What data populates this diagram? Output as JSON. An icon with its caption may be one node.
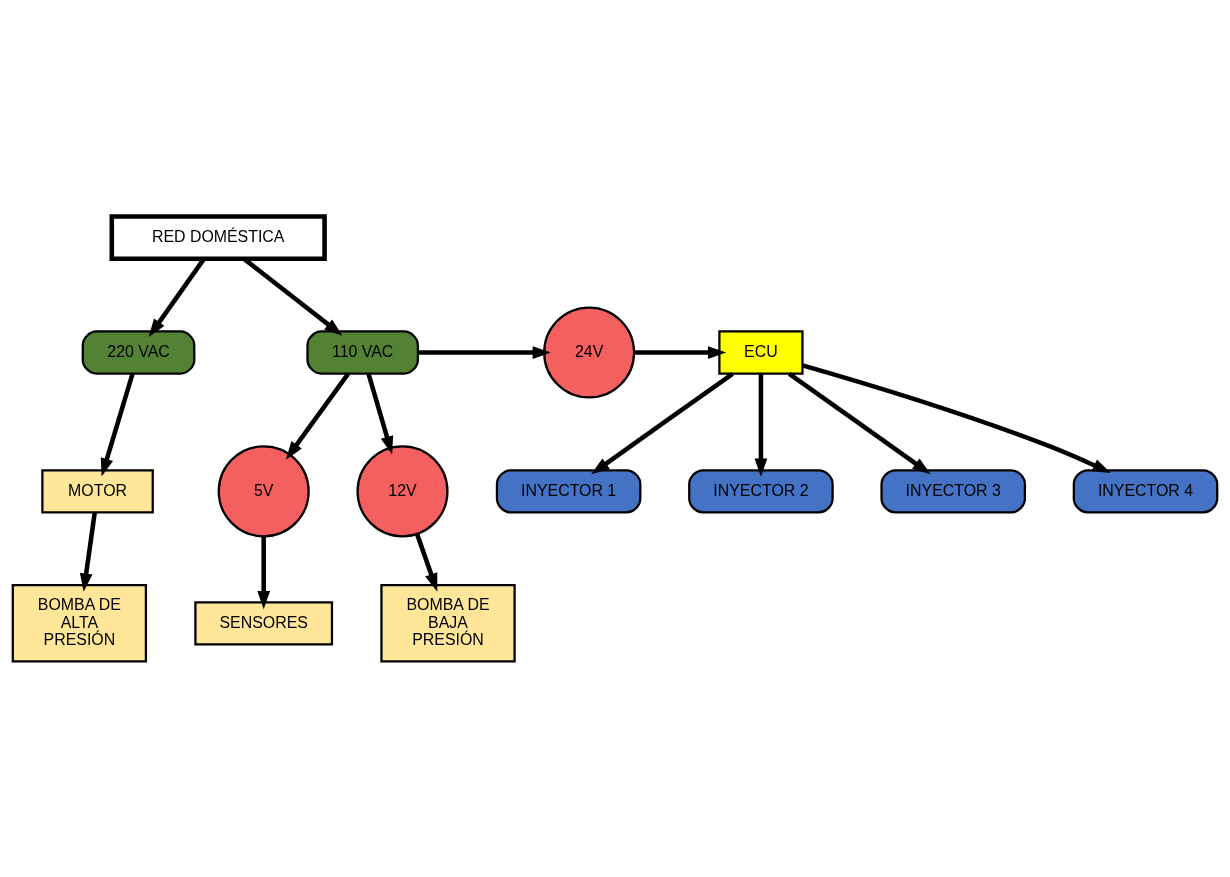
{
  "diagram": {
    "nodes": [
      {
        "text": [
          "SENSORES"
        ]
      },
      {
        "text": [
          "5V"
        ]
      },
      {
        "text": [
          "RED DOMÉSTICA"
        ]
      },
      {
        "text": [
          "220 VAC"
        ]
      },
      {
        "text": [
          "110 VAC"
        ]
      },
      {
        "text": [
          "24V"
        ]
      },
      {
        "text": [
          "ECU"
        ]
      },
      {
        "text": [
          "INYECTOR 1"
        ]
      },
      {
        "text": [
          "INYECTOR 2"
        ]
      },
      {
        "text": [
          "INYECTOR 3"
        ]
      },
      {
        "text": [
          "INYECTOR 4"
        ]
      },
      {
        "text": [
          "MOTOR"
        ]
      },
      {
        "text": [
          "12V"
        ]
      },
      {
        "text": [
          "BOMBA DE ALTA PRESIÓN"
        ]
      },
      {
        "text": [
          "BOMBA DE BAJA PRESIÓN"
        ]
      }
    ],
    "edges": [
      {
        "from": 1,
        "to": 0,
        "arrow": "to"
      },
      {
        "from": 2,
        "to": 3,
        "arrow": "to"
      },
      {
        "from": 2,
        "to": 4,
        "arrow": "to"
      },
      {
        "from": 4,
        "to": 1,
        "arrow": "to"
      },
      {
        "from": 4,
        "to": 5,
        "arrow": "to"
      },
      {
        "from": 5,
        "to": 6,
        "arrow": "to"
      },
      {
        "from": 6,
        "to": 7,
        "arrow": "to"
      },
      {
        "from": 6,
        "to": 8,
        "arrow": "to"
      },
      {
        "from": 6,
        "to": 9,
        "arrow": "to"
      },
      {
        "from": 6,
        "to": 10,
        "arrow": "to"
      },
      {
        "from": 3,
        "to": 11,
        "arrow": "to"
      },
      {
        "from": 4,
        "to": 12,
        "arrow": "to"
      },
      {
        "from": 11,
        "to": 13,
        "arrow": "to"
      },
      {
        "from": 12,
        "to": 14,
        "arrow": "to"
      }
    ]
  }
}
